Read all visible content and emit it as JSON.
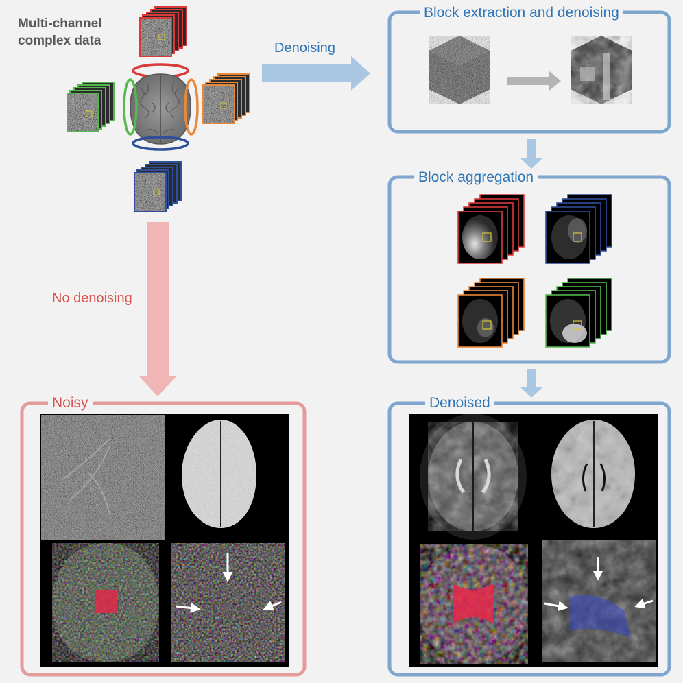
{
  "input": {
    "title_line1": "Multi-channel",
    "title_line2": "complex data"
  },
  "arrows": {
    "denoising": "Denoising",
    "no_denoising": "No denoising"
  },
  "boxes": {
    "block_extraction": "Block extraction and denoising",
    "block_aggregation": "Block aggregation",
    "noisy": "Noisy",
    "denoised": "Denoised"
  },
  "colors": {
    "background": "#f2f2f2",
    "blue_frame": "#7ea6cf",
    "blue_text": "#2e75b6",
    "pink_frame": "#e49b9b",
    "pink_arrow": "#f0b5b5",
    "red_text": "#d9534f",
    "gray_title": "#595959",
    "coil_red": "#d93b3b",
    "coil_orange": "#e8883a",
    "coil_green": "#56b94f",
    "coil_blue": "#2f4f9a",
    "roi_yellow": "#d8c83a"
  }
}
